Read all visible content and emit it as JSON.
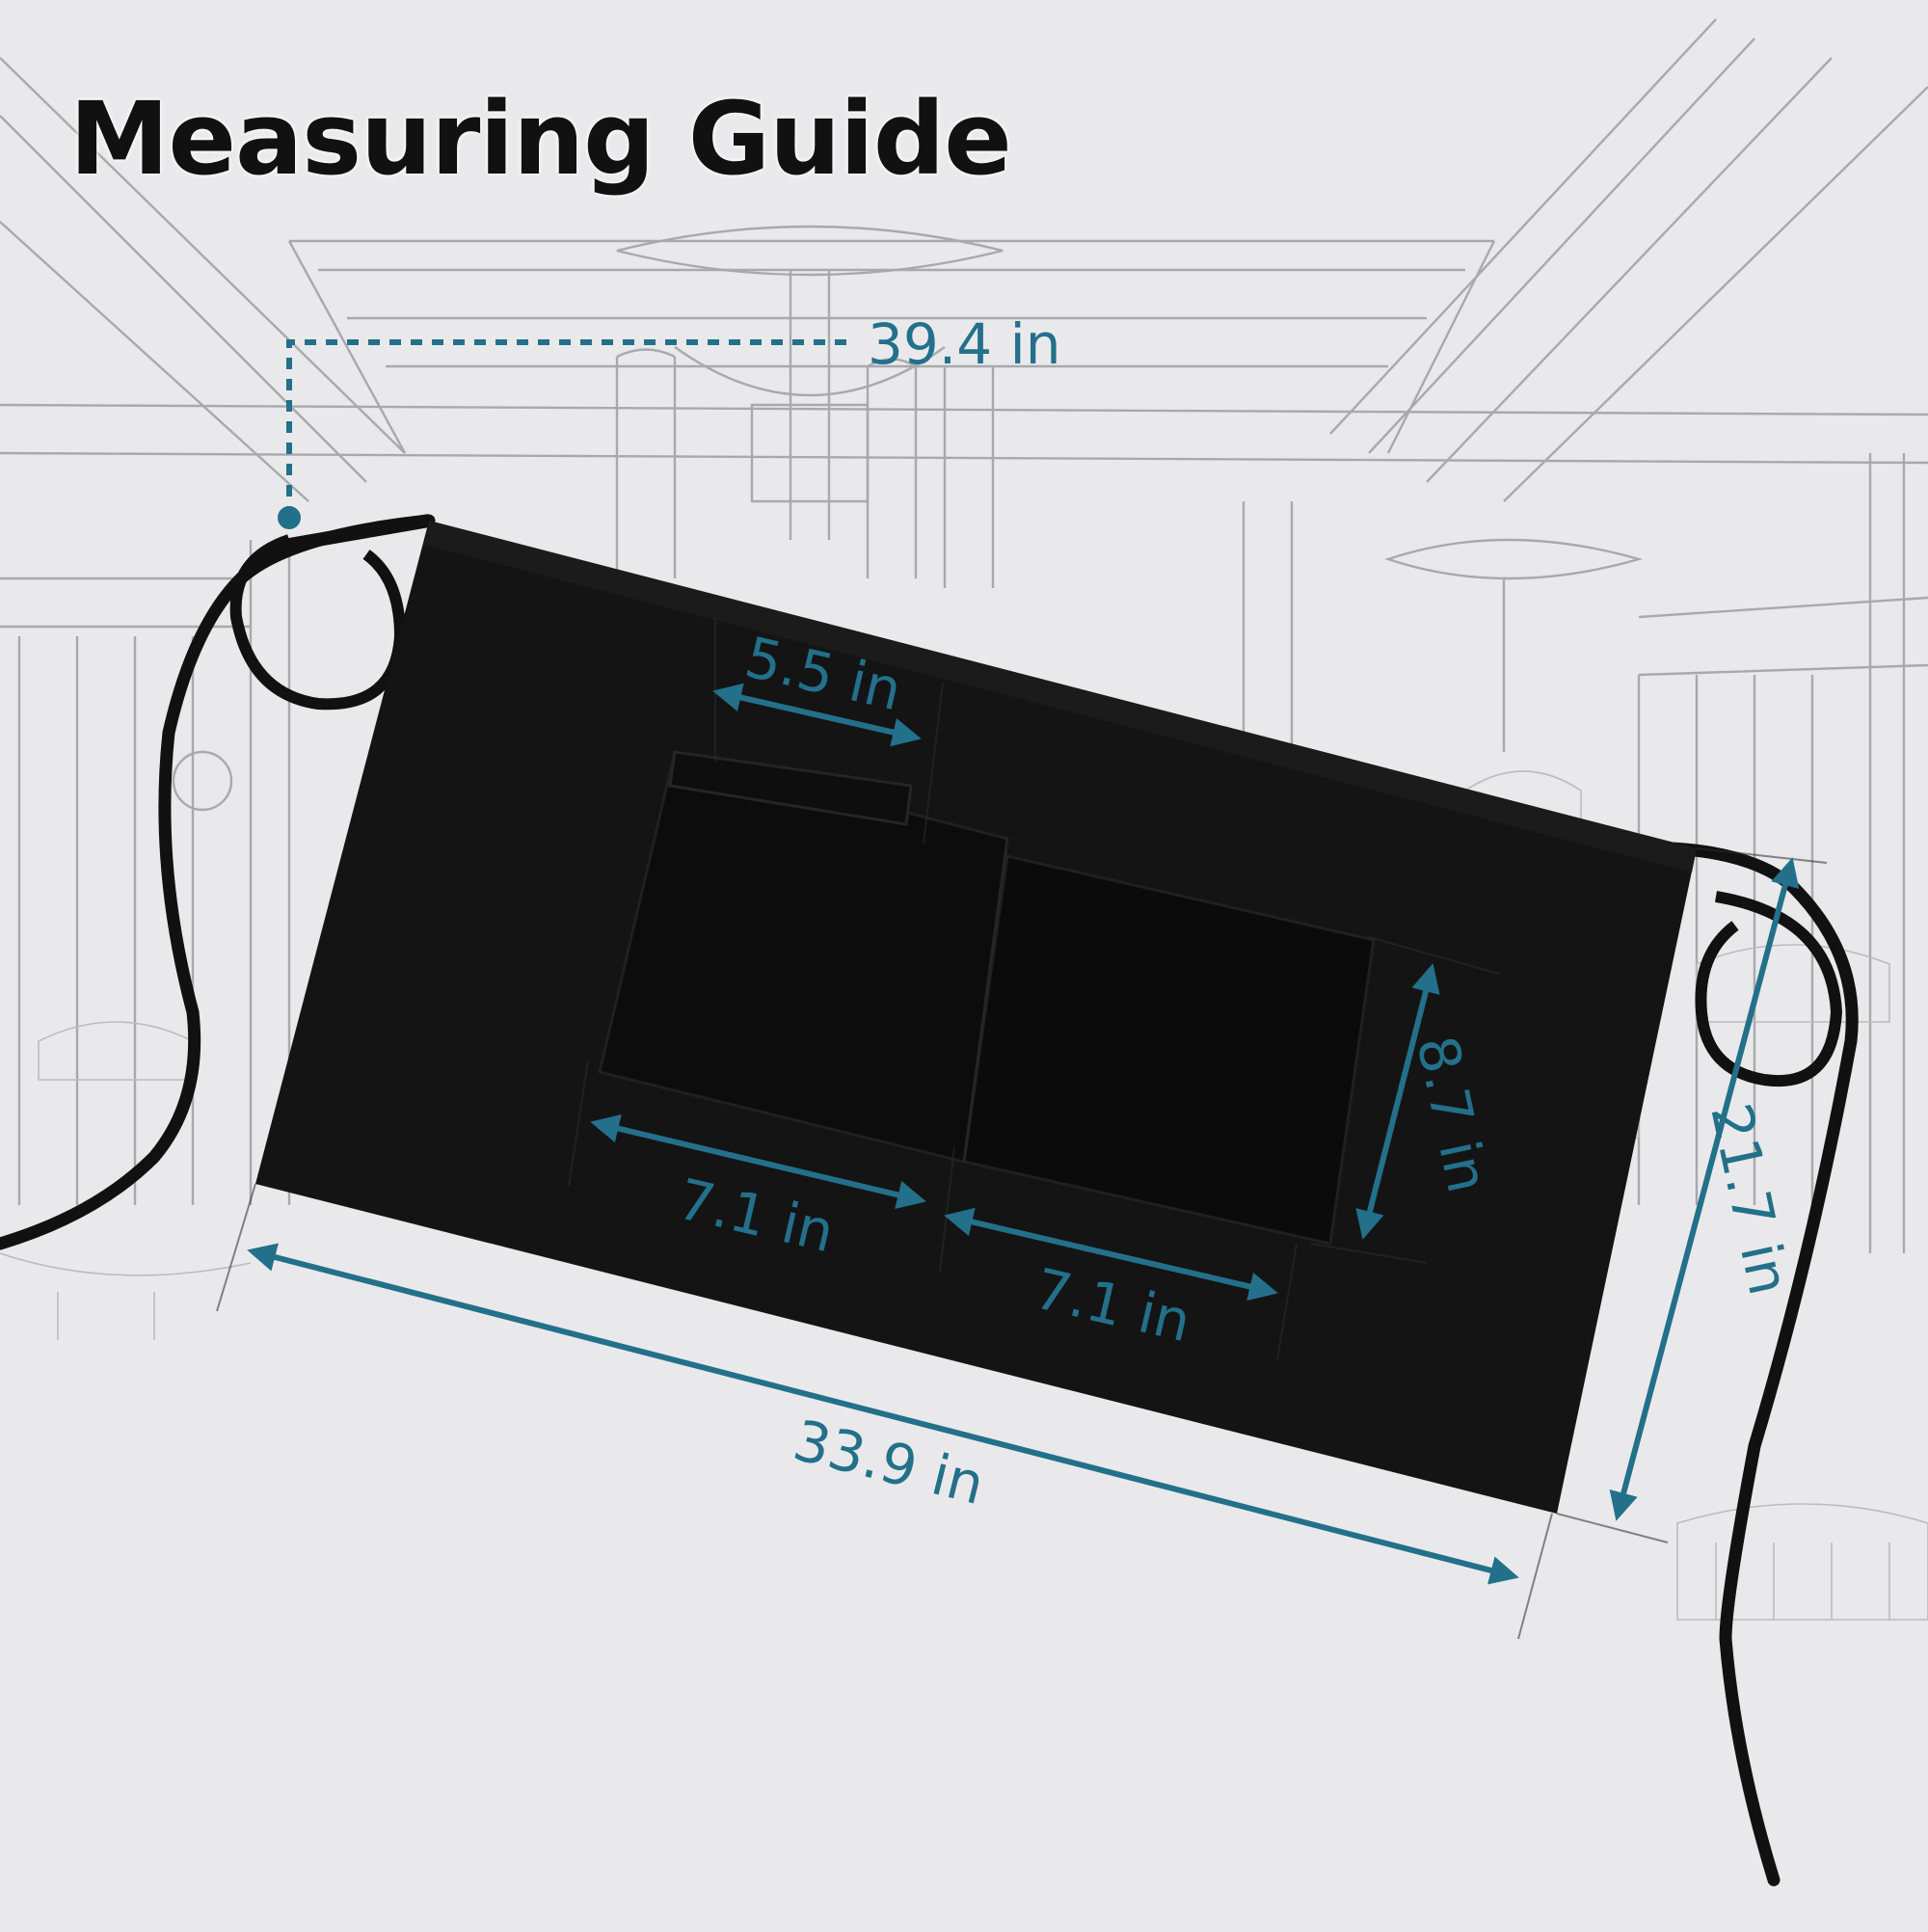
{
  "title": "Measuring Guide",
  "measurements": {
    "strap_length": "39.4 in",
    "pocket_opening": "5.5 in",
    "pocket_height": "8.7 in",
    "pocket_width_left": "7.1 in",
    "pocket_width_right": "7.1 in",
    "apron_width": "33.9 in",
    "apron_length": "21.7 in"
  },
  "colors": {
    "background": "#e9e9eb",
    "accent": "#23708a",
    "apron": "#111111",
    "sketch": "#a9a9ad"
  }
}
